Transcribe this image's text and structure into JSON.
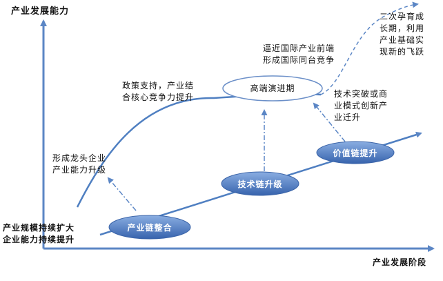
{
  "axes": {
    "y_title": "产业发展能力",
    "x_title": "产业发展阶段",
    "origin_line1": "产业规模持续扩大",
    "origin_line2": "企业能力持续提升"
  },
  "stages": [
    {
      "label": "产业链整合"
    },
    {
      "label": "技术链升级"
    },
    {
      "label": "价值链提升"
    }
  ],
  "plateau": {
    "label": "高端演进期"
  },
  "annotations": {
    "longtou": "形成龙头企业\n产业能力升级",
    "zhengce": "政策支持，产业结\n合核心竞争力提升",
    "bijin": "逼近国际产业前端\n形成国际同台竞争",
    "jishu": "技术突破或商\n业模式创新产\n业迁升",
    "erci": "二次孕育成\n长期，利用\n产业基础实\n现新的飞跃"
  },
  "colors": {
    "axis": "#5b86c5",
    "curve": "#4f7fc1",
    "dash": "#5b86c5",
    "ellipse_fill_top": "#7fa3da",
    "ellipse_fill_bottom": "#3d6cb5",
    "plateau_stroke": "#6b8fc8"
  }
}
